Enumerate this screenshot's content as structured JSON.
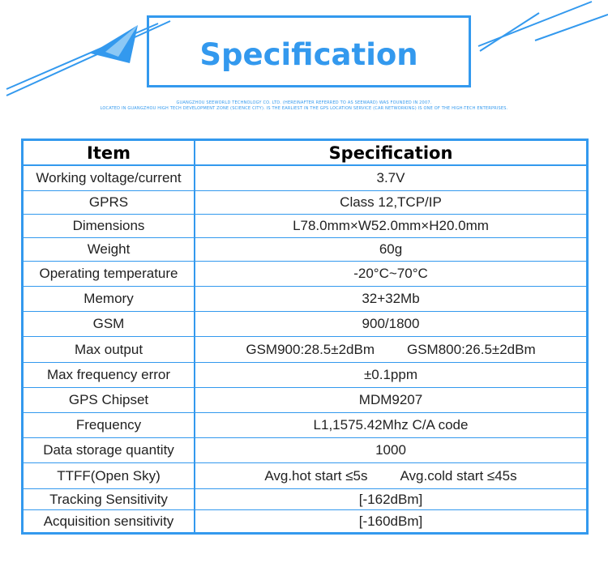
{
  "header": {
    "title": "Specification",
    "intro_line1": "GUANGZHOU SEEWORLD TECHNOLOGY CO. LTD. (HEREINAFTER REFERRED TO AS SEEWARD) WAS FOUNDED IN 2007.",
    "intro_line2": "LOCATED IN GUANGZHOU HIGH TECH DEVELOPMENT ZONE (SCIENCE CITY). IS THE EARLIEST IN THE GPS LOCATION SERVICE (CAR NETWORKING) IS ONE OF THE HIGH-TECH ENTERPRISES."
  },
  "colors": {
    "accent": "#3399ee"
  },
  "table": {
    "headers": {
      "item": "Item",
      "spec": "Specification"
    },
    "rows": [
      {
        "item": "Working voltage/current",
        "spec": "3.7V"
      },
      {
        "item": "GPRS",
        "spec": "Class 12,TCP/IP"
      },
      {
        "item": "Dimensions",
        "spec": "L78.0mm×W52.0mm×H20.0mm"
      },
      {
        "item": "Weight",
        "spec": "60g"
      },
      {
        "item": "Operating temperature",
        "spec": "-20°C~70°C"
      },
      {
        "item": "Memory",
        "spec": "32+32Mb"
      },
      {
        "item": "GSM",
        "spec": "900/1800"
      },
      {
        "item": "Max output",
        "spec": "GSM900:28.5±2dBm",
        "spec2": "GSM800:26.5±2dBm"
      },
      {
        "item": "Max frequency error",
        "spec": "±0.1ppm"
      },
      {
        "item": "GPS Chipset",
        "spec": "MDM9207"
      },
      {
        "item": "Frequency",
        "spec": "L1,1575.42Mhz C/A code"
      },
      {
        "item": "Data storage quantity",
        "spec": "1000"
      },
      {
        "item": "TTFF(Open Sky)",
        "spec": "Avg.hot start ≤5s",
        "spec2": "Avg.cold start ≤45s"
      },
      {
        "item": "Tracking Sensitivity",
        "spec": "[-162dBm]"
      },
      {
        "item": "Acquisition sensitivity",
        "spec": "[-160dBm]"
      }
    ]
  }
}
